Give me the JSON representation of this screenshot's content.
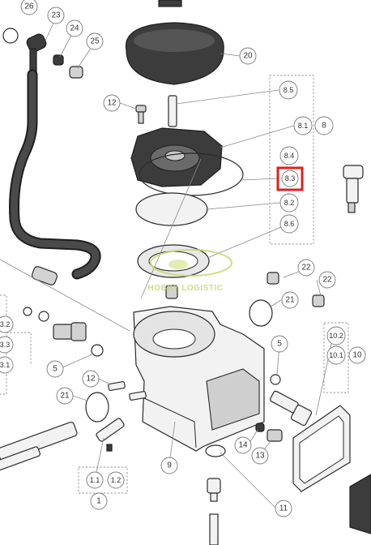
{
  "diagram": {
    "callouts": [
      "26",
      "23",
      "24",
      "25",
      "20",
      "12",
      "8.5",
      "8.1",
      "8",
      "8.4",
      "8.3",
      "8.2",
      "8.6",
      "22",
      "22",
      "21",
      "3.2",
      "3.3",
      "3.1",
      "5",
      "5",
      "12",
      "21",
      "10.2",
      "10.1",
      "10",
      "14",
      "13",
      "9",
      "1.1",
      "1.2",
      "1",
      "11"
    ],
    "highlighted_callout": "8.3",
    "highlight_color": "#e0211c",
    "watermark_text": "HOBBY LOGISTIC",
    "watermark_color": "#c9d86f"
  }
}
